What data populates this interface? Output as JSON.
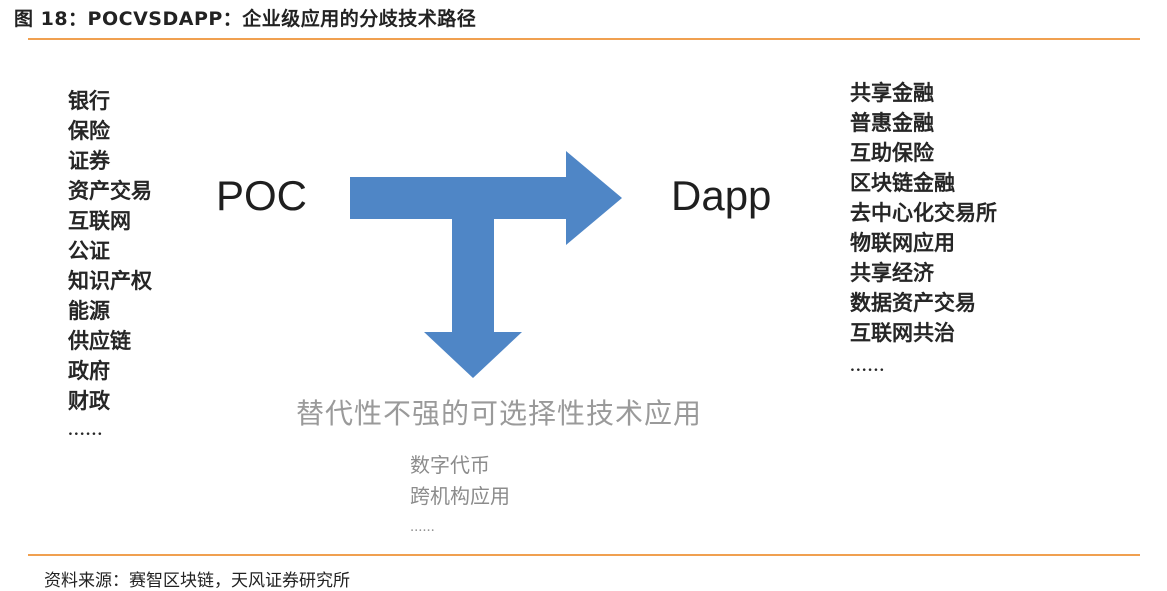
{
  "figure": {
    "title": "图 18：POCVSDAPP：企业级应用的分歧技术路径",
    "source": "资料来源：赛智区块链，天风证券研究所"
  },
  "diagram": {
    "left_label": "POC",
    "right_label": "Dapp",
    "left_items": [
      "银行",
      "保险",
      "证券",
      "资产交易",
      "互联网",
      "公证",
      "知识产权",
      "能源",
      "供应链",
      "政府",
      "财政",
      "......"
    ],
    "right_items": [
      "共享金融",
      "普惠金融",
      "互助保险",
      "区块链金融",
      "去中心化交易所",
      "物联网应用",
      "共享经济",
      "数据资产交易",
      "互联网共治",
      "......"
    ],
    "branch_label": "替代性不强的可选择性技术应用",
    "branch_items": [
      "数字代币",
      "跨机构应用",
      "......"
    ]
  },
  "colors": {
    "arrow": "#4f86c6",
    "rule": "#f0a050",
    "branch_text": "#9a9a9a"
  }
}
